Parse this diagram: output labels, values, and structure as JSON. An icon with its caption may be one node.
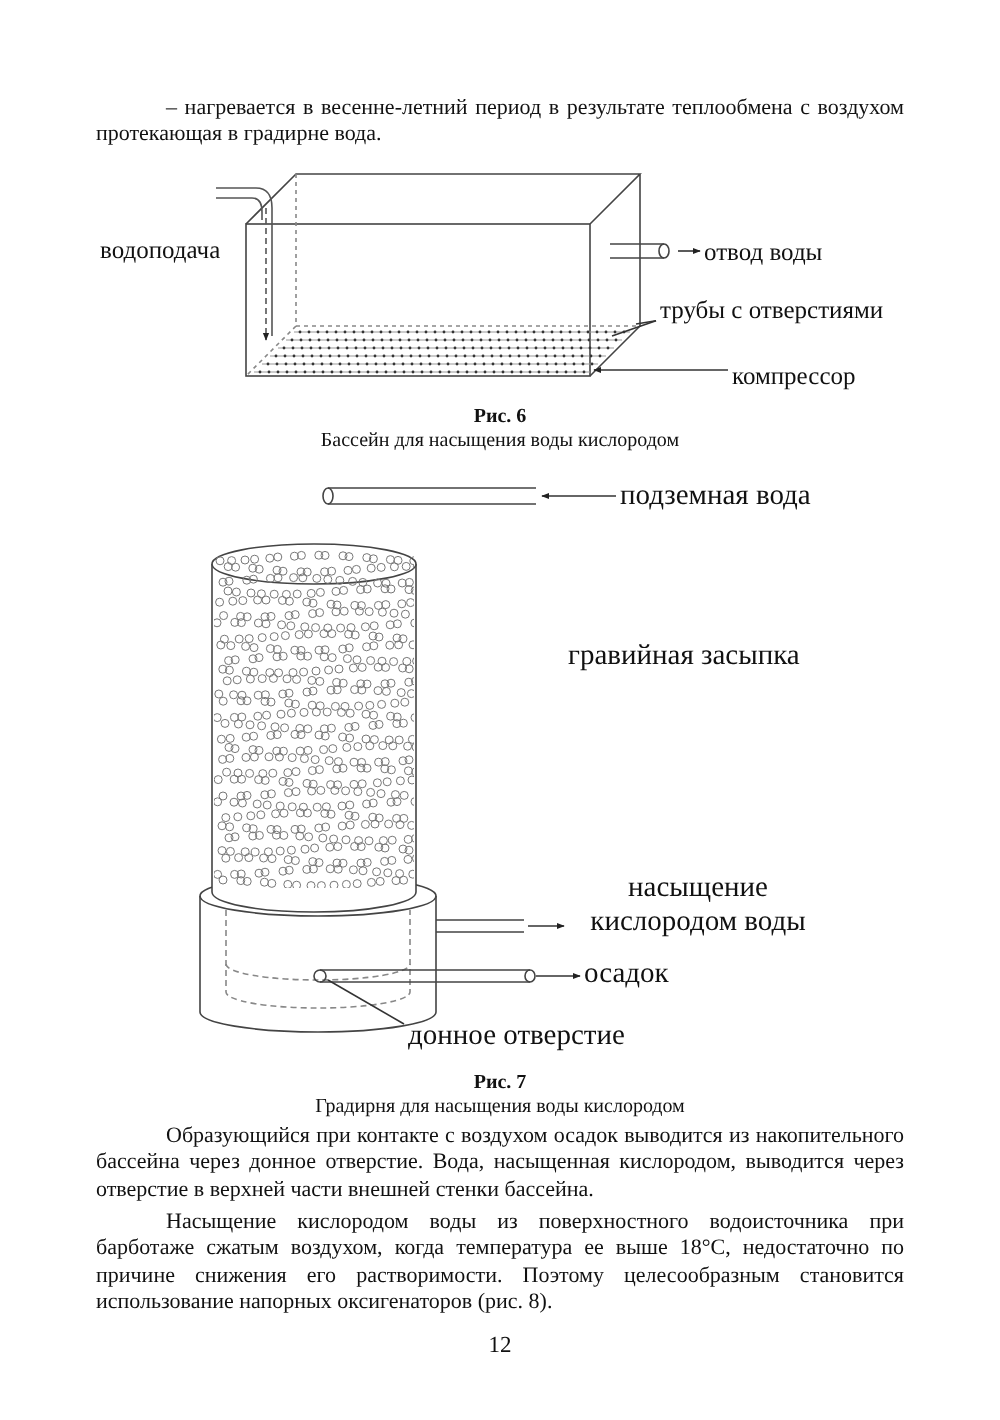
{
  "diagram": {
    "nodes": [
      {
        "text": [],
        "shape": "picture"
      },
      {
        "text": [
          "отвод воды"
        ]
      },
      {
        "text": [
          "трубы с отверстиями"
        ]
      },
      {
        "text": [
          "компрессор"
        ]
      },
      {
        "text": [],
        "shape": "picture"
      },
      {
        "text": [
          "подземная вода"
        ]
      },
      {
        "text": [
          "насыщение кислородом воды"
        ]
      },
      {
        "text": [
          "осадок"
        ]
      },
      {
        "text": [
          "донное отверстие"
        ]
      }
    ],
    "edges": [
      {
        "from": 0,
        "to": 1,
        "arrow": "to"
      },
      {
        "from": 2,
        "to": 0,
        "arrow": "none"
      },
      {
        "from": 2,
        "to": 0,
        "arrow": "none"
      },
      {
        "from": 3,
        "to": 0,
        "arrow": "to"
      },
      {
        "from": 5,
        "to": 4,
        "arrow": "to"
      },
      {
        "from": 4,
        "to": 6,
        "arrow": "to"
      },
      {
        "from": 4,
        "to": 7,
        "arrow": "to"
      },
      {
        "from": 8,
        "to": 4,
        "arrow": "none"
      }
    ],
    "labels": [
      "– нагревается в весенне-летний период в результате теплообмена с воздухом протекающая в градирне вода.",
      "водоподача",
      "Рис. 6",
      "Бассейн для насыщения воды кислородом",
      "гравийная засыпка",
      "Рис. 7",
      "Градирня для насыщения воды кислородом",
      "Образующийся при контакте с воздухом осадок выводится из накопительного бассейна через донное отверстие. Вода, насыщенная кислородом, выводится через отверстие в верхней части внешней стенки бассейна.",
      "Насыщение кислородом воды из поверхностного водоисточника при барботаже сжатым воздухом, когда температура ее выше 18°С, недостаточно по причине снижения его растворимости. Поэтому целесообразным становится использование напорных оксигенаторов (рис. 8).",
      "12"
    ]
  }
}
